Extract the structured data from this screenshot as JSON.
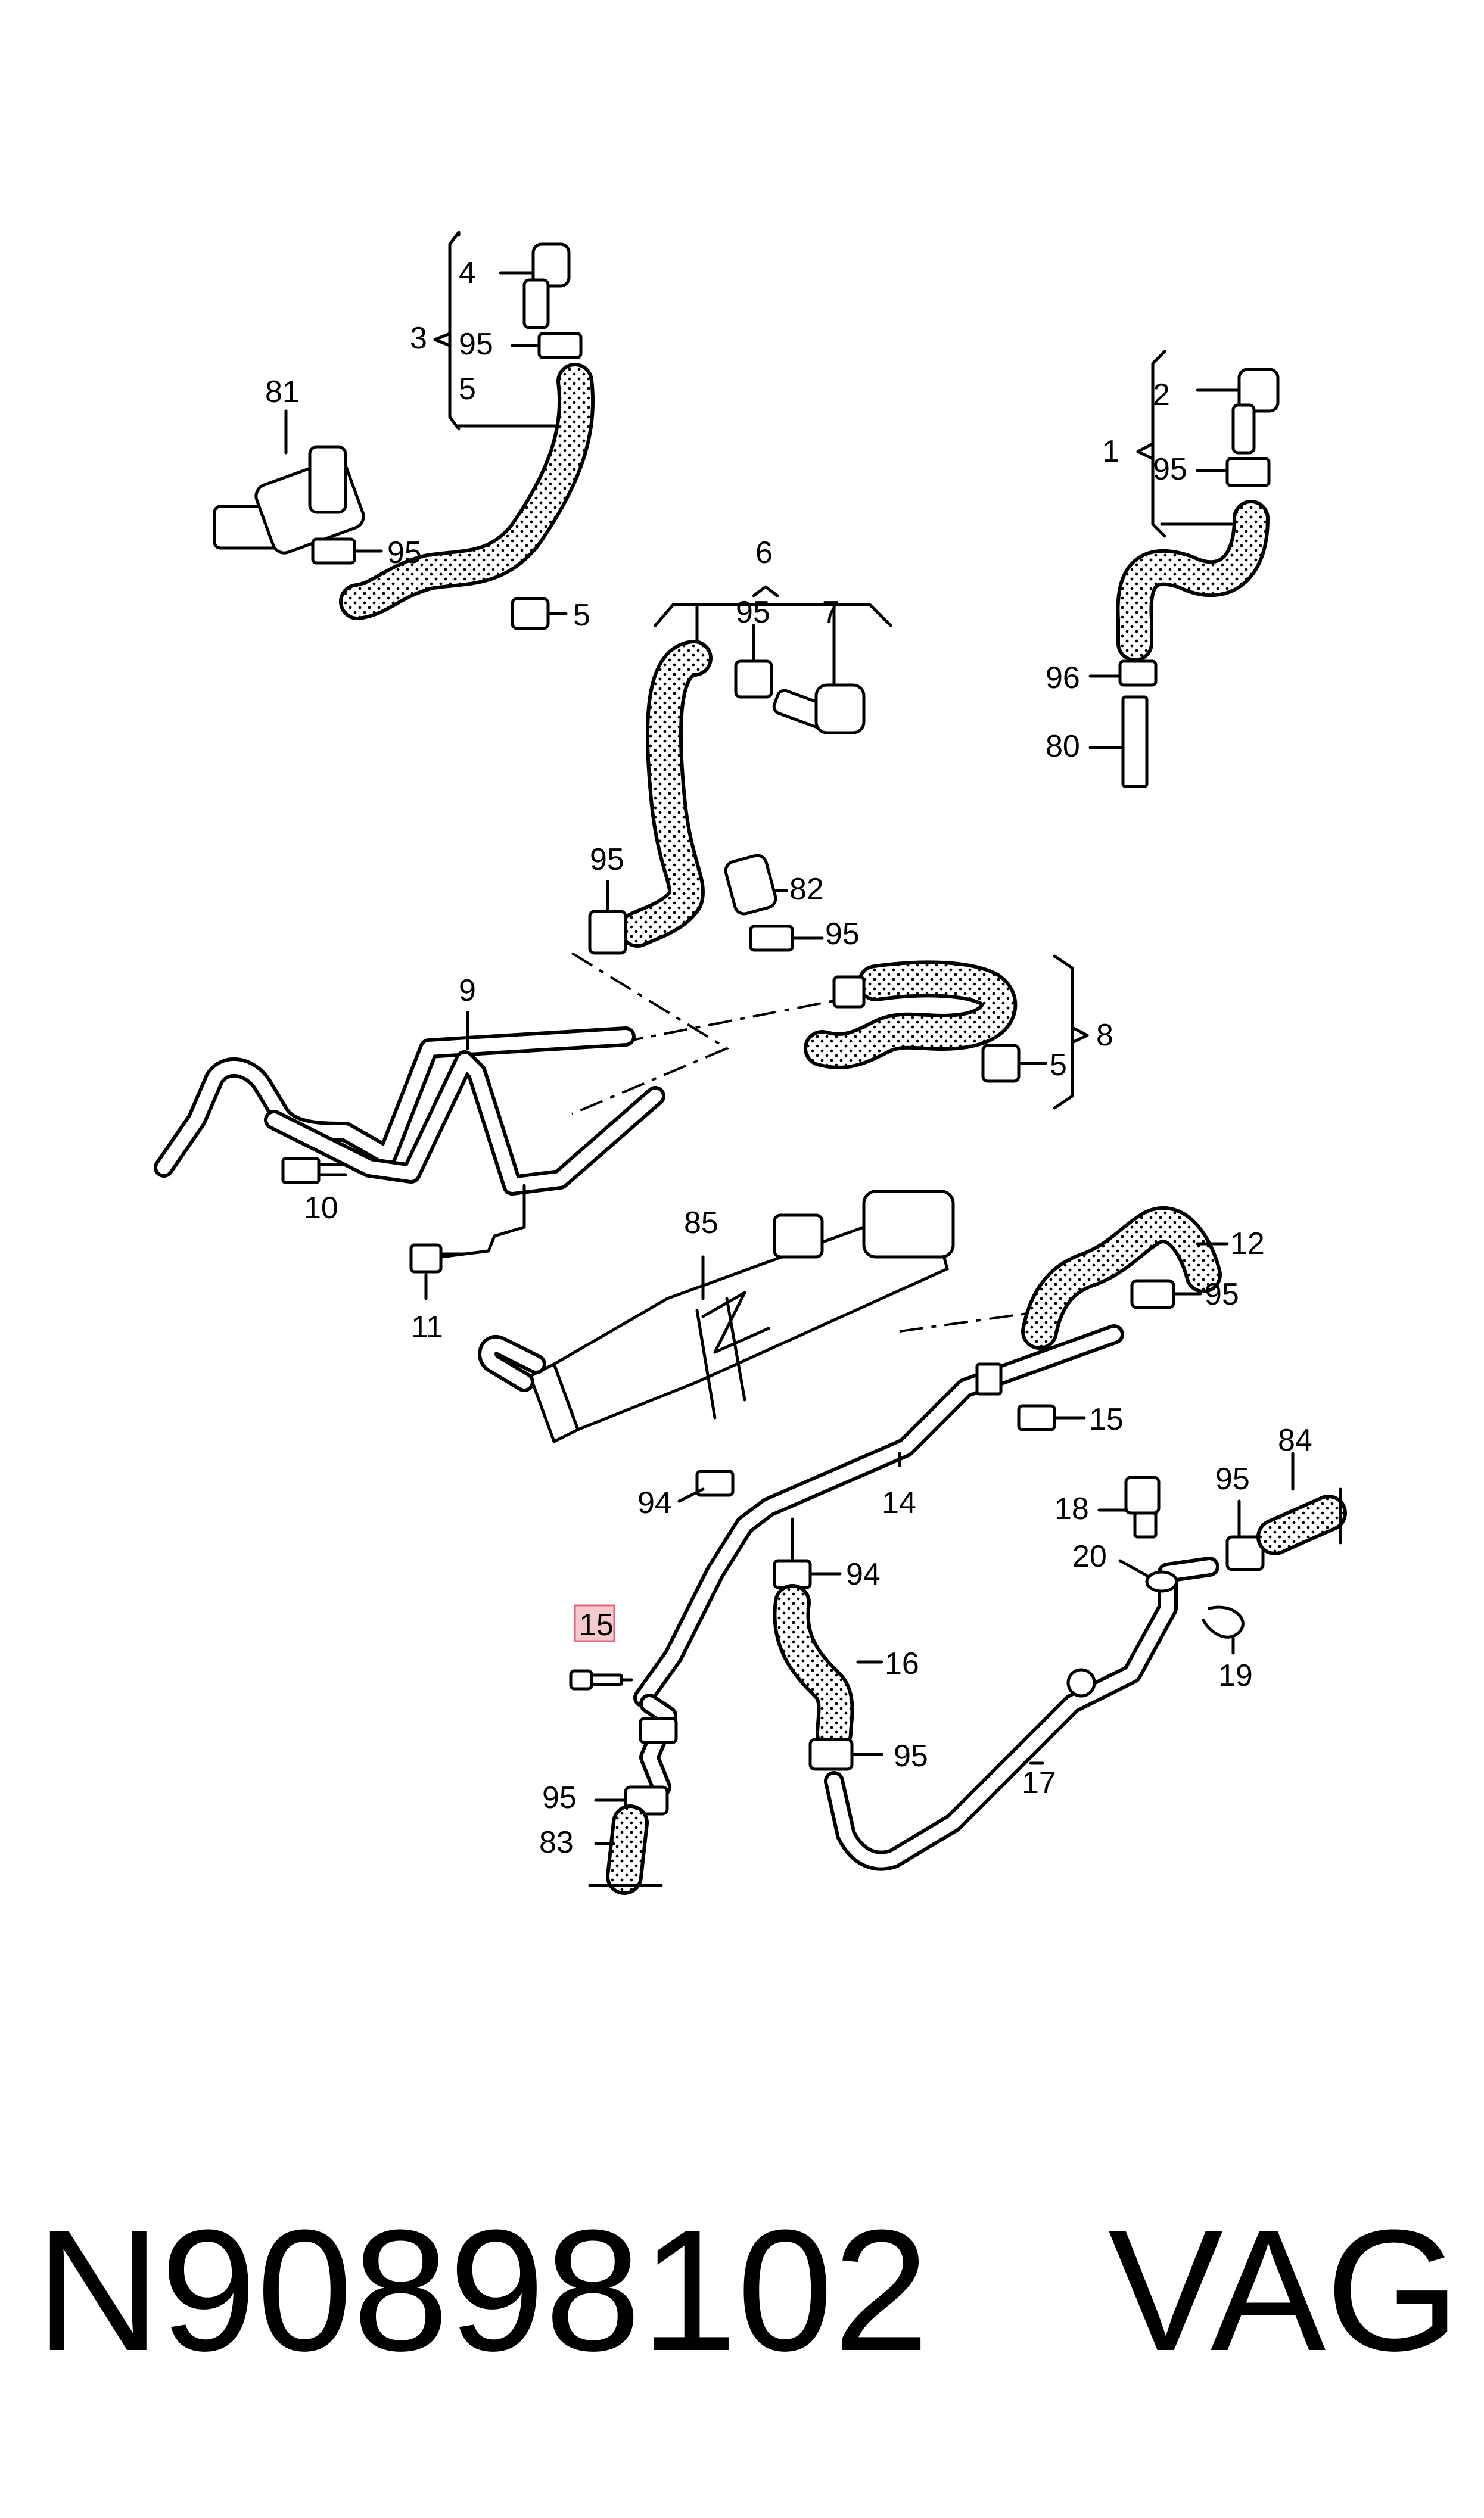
{
  "diagram": {
    "callouts": {
      "c4": "4",
      "c3": "3",
      "c95a": "95",
      "c5a": "5",
      "c81": "81",
      "c95b": "95",
      "c5b": "5",
      "c2": "2",
      "c1": "1",
      "c95c": "95",
      "c96": "96",
      "c80": "80",
      "c6": "6",
      "c95d": "95",
      "c7": "7",
      "c95e": "95",
      "c82": "82",
      "c95f": "95",
      "c8": "8",
      "c5c": "5",
      "c9": "9",
      "c10": "10",
      "c11": "11",
      "c85": "85",
      "c12": "12",
      "c95g": "95",
      "c15a": "15",
      "c94a": "94",
      "c14": "14",
      "c94b": "94",
      "c18": "18",
      "c95h": "95",
      "c84": "84",
      "c20": "20",
      "c19": "19",
      "c15b": "15",
      "c16": "16",
      "c95i": "95",
      "c17": "17",
      "c95j": "95",
      "c83": "83"
    },
    "highlighted_callout": "c15b",
    "highlight_color": "#f6c9cf"
  },
  "footer": {
    "part_number": "N90898102",
    "brand": "VAG"
  }
}
